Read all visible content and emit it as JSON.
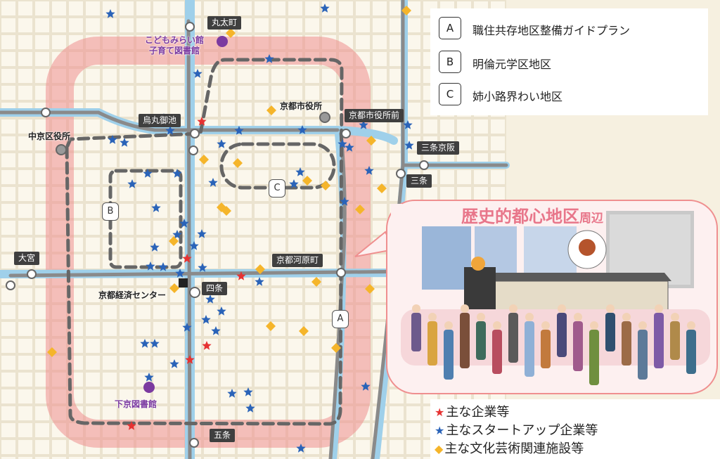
{
  "stations": {
    "marutamachi": "丸太町",
    "karasuma_oike": "烏丸御池",
    "kyoto_shiyakusho_mae": "京都市役所前",
    "sanjo_keihan": "三条京阪",
    "sanjo": "三条",
    "omiya": "大宮",
    "kyoto_kawaramachi": "京都河原町",
    "shijo": "四条",
    "gojo": "五条"
  },
  "places": {
    "kyoto_city_hall": "京都市役所",
    "nakagyo_ward_office": "中京区役所",
    "kyoto_economic_center": "京都経済センター",
    "kodomo_mirai_line1": "こどもみらい館",
    "kodomo_mirai_line2": "子育て図書館",
    "shimogyo_library": "下京図書館"
  },
  "area_labels": {
    "a": "A",
    "b": "B",
    "c": "C"
  },
  "area_legend": [
    {
      "key": "A",
      "text": "職住共存地区整備ガイドプラン"
    },
    {
      "key": "B",
      "text": "明倫元学区地区"
    },
    {
      "key": "C",
      "text": "姉小路界わい地区"
    }
  ],
  "callout": {
    "title": "歴史的都心地区",
    "suffix": "周辺"
  },
  "marker_legend": [
    {
      "symbol": "★",
      "color": "#e63232",
      "text": "主な企業等"
    },
    {
      "symbol": "★",
      "color": "#2a63b8",
      "text": "主なスタートアップ企業等"
    },
    {
      "symbol": "◆",
      "color": "#f5b52b",
      "text": "主な文化芸術関連施設等"
    }
  ],
  "colors": {
    "map_background": "#f6f0e0",
    "block_fill": "#fbf7ec",
    "major_road": "#9fd0ea",
    "railway": "#8a8a8a",
    "area_highlight": "#ef8f8f",
    "area_dash": "#666666",
    "startup_star": "#2a63b8",
    "company_star": "#e63232",
    "culture_diamond": "#f5b52b",
    "library_dot": "#7b3aa0",
    "callout_bg": "#fdf0f0",
    "callout_border": "#ef8f8f",
    "callout_title": "#e8768a"
  },
  "icons": {
    "station": "station-circle-icon",
    "landmark": "landmark-circle-icon",
    "library": "library-dot-icon",
    "economic_center": "building-square-icon"
  }
}
